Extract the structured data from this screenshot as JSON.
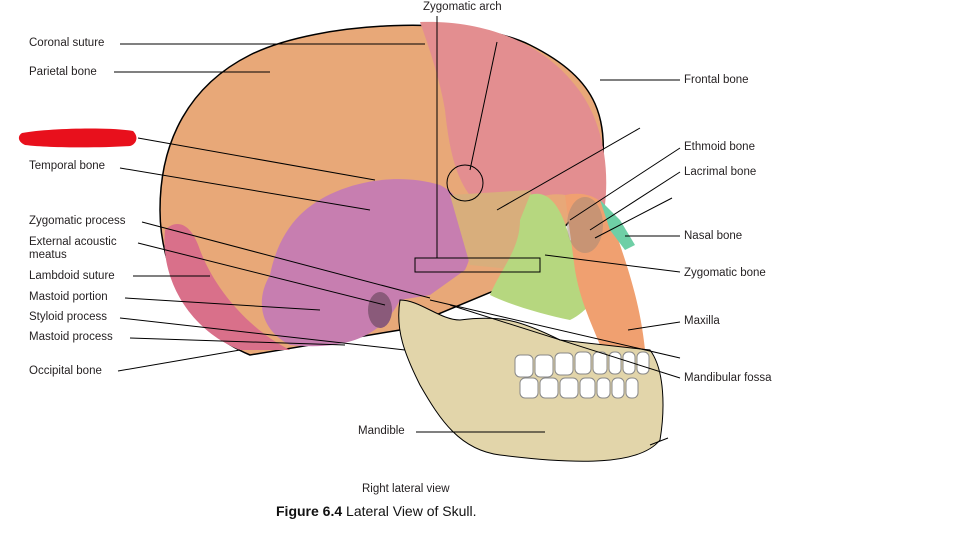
{
  "title": "Zygomatic arch",
  "labels_left": {
    "coronal_suture": "Coronal suture",
    "parietal_bone": "Parietal bone",
    "temporal_bone": "Temporal bone",
    "zygomatic_process": "Zygomatic process",
    "external_acoustic_meatus": "External acoustic meatus",
    "lambdoid_suture": "Lambdoid suture",
    "mastoid_portion": "Mastoid portion",
    "styloid_process": "Styloid process",
    "mastoid_process": "Mastoid process",
    "occipital_bone": "Occipital bone"
  },
  "labels_right": {
    "frontal_bone": "Frontal bone",
    "ethmoid_bone": "Ethmoid bone",
    "lacrimal_bone": "Lacrimal bone",
    "nasal_bone": "Nasal bone",
    "zygomatic_bone": "Zygomatic bone",
    "maxilla": "Maxilla",
    "mandibular_fossa": "Mandibular fossa"
  },
  "labels_bottom": {
    "mandible": "Mandible",
    "view": "Right lateral view"
  },
  "caption": {
    "number": "Figure 6.4",
    "text": "Lateral View of Skull."
  },
  "colors": {
    "parietal": "#e8a878",
    "frontal": "#e38e90",
    "temporal": "#c77eb0",
    "occipital": "#d9708a",
    "sphenoid": "#d8ae7c",
    "zygomatic": "#b6d77f",
    "maxilla": "#f0a070",
    "mandible": "#e2d5aa",
    "nasal": "#6fcfa6",
    "teeth": "#ffffff",
    "redaction": "#e8101c"
  }
}
